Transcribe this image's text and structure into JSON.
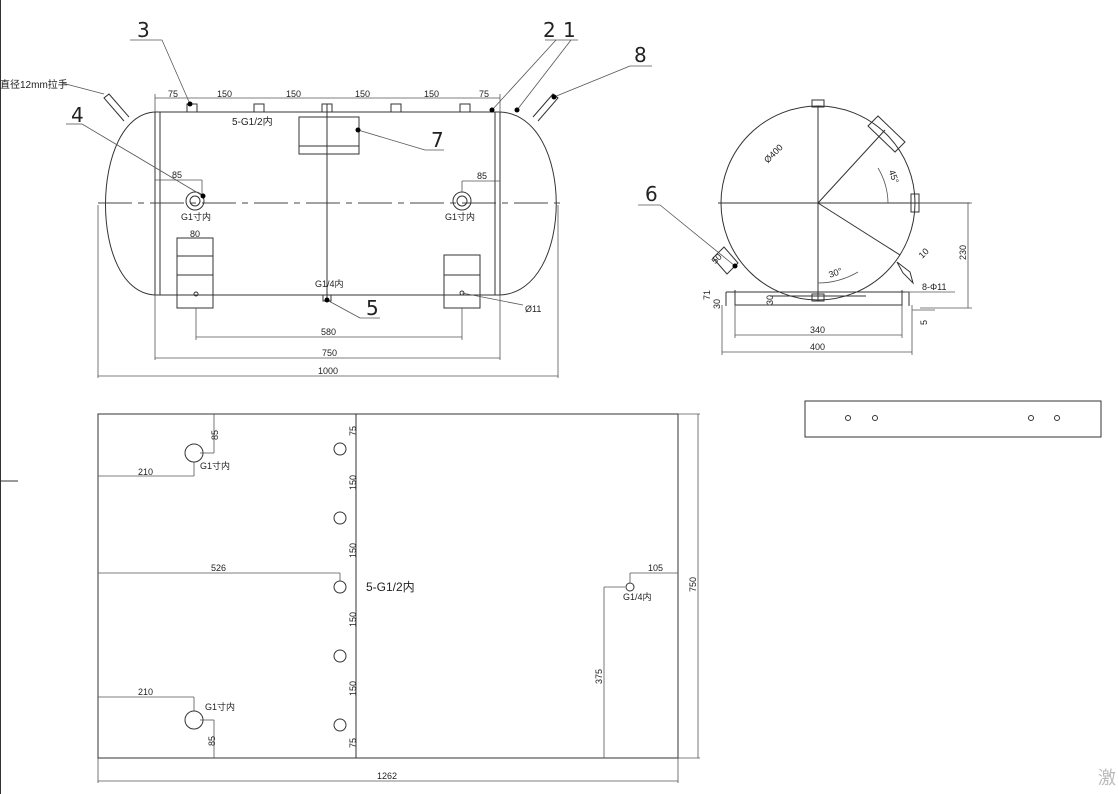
{
  "callouts": {
    "c1": "1",
    "c2": "2",
    "c3": "3",
    "c4": "4",
    "c5": "5",
    "c6": "6",
    "c7": "7",
    "c8": "8"
  },
  "front_view": {
    "handle_note": "直径12mm拉手",
    "top_dims": [
      "75",
      "150",
      "150",
      "150",
      "150",
      "75"
    ],
    "ports_label": "5-G1/2内",
    "left_port_offset": "85",
    "right_port_offset": "85",
    "left_port_label": "G1寸内",
    "right_port_label": "G1寸内",
    "support_width": "80",
    "drain_label": "G1/4内",
    "hole_diameter": "Ø11",
    "span_580": "580",
    "span_750": "750",
    "span_1000": "1000"
  },
  "side_view": {
    "diameter": "Ø400",
    "angle_45": "45°",
    "angle_30": "30°",
    "dim_230": "230",
    "dim_10": "10",
    "dim_50": "50",
    "holes": "8-Φ11",
    "dim_71": "71",
    "dim_30a": "30",
    "dim_30b": "30",
    "dim_5": "5",
    "dim_340": "340",
    "dim_400": "400"
  },
  "plan_view": {
    "ports_label": "5-G1/2内",
    "top_port_label": "G1寸内",
    "bottom_port_label": "G1寸内",
    "drain_label": "G1/4内",
    "dim_85_top": "85",
    "dim_210_top": "210",
    "dim_526": "526",
    "dim_210_bottom": "210",
    "dim_85_bottom": "85",
    "dims_vertical": [
      "75",
      "150",
      "150",
      "150",
      "150",
      "75"
    ],
    "dim_105": "105",
    "dim_375": "375",
    "dim_750": "750",
    "dim_1262": "1262"
  },
  "watermark": "激"
}
